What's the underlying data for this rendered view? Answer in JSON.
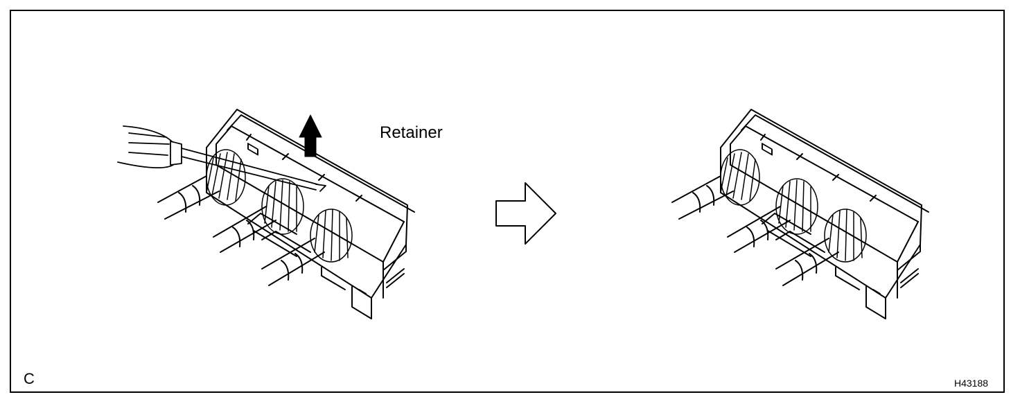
{
  "labels": {
    "retainer": "Retainer",
    "corner_letter": "C",
    "figure_id": "H43188"
  },
  "icons": {
    "lift_arrow": "up-arrow-icon",
    "transition_arrow": "right-arrow-icon",
    "tool": "screwdriver-icon"
  },
  "colors": {
    "line": "#000000",
    "background": "#ffffff"
  }
}
